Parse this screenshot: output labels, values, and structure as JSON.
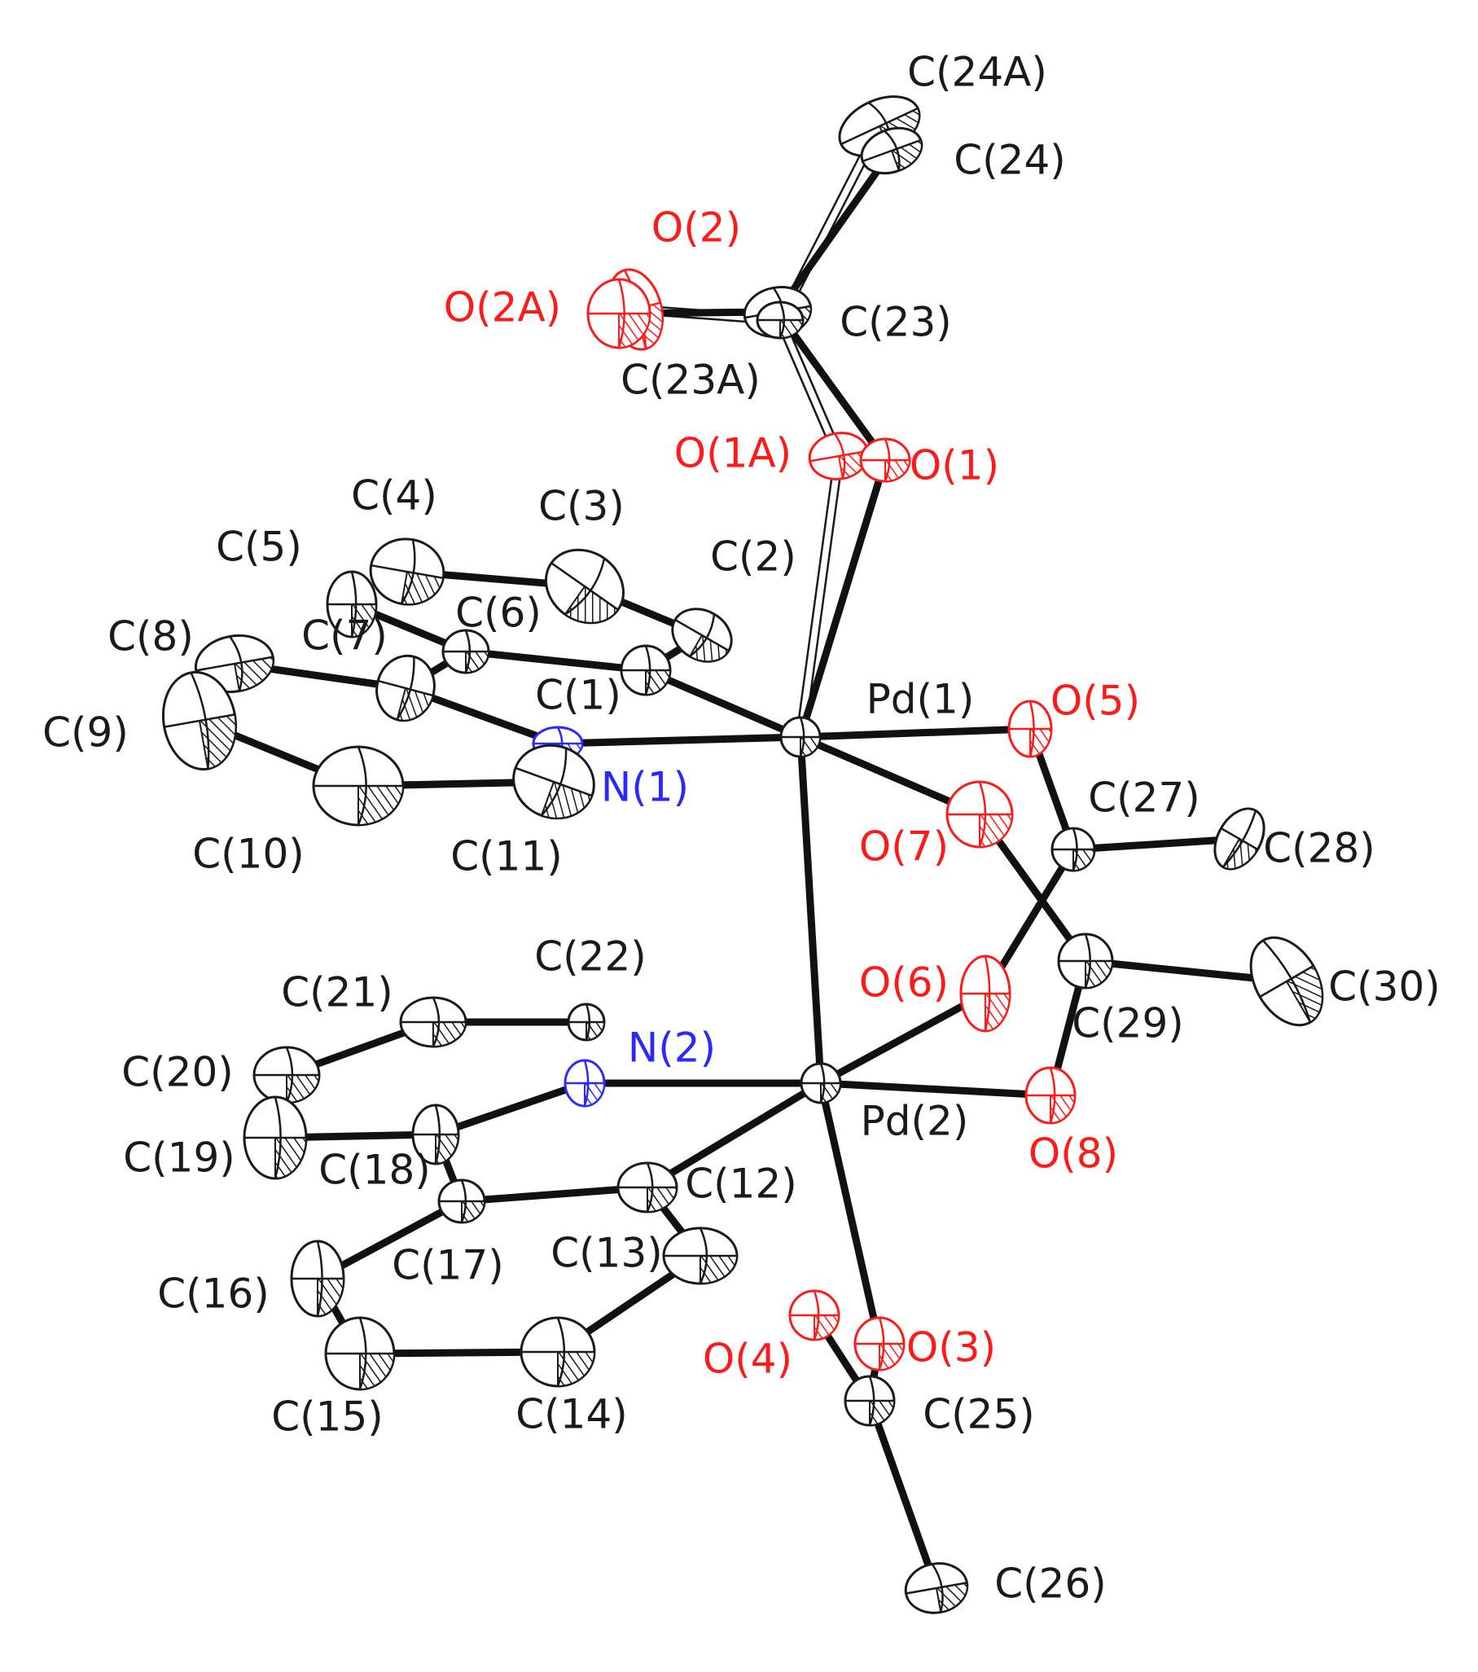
{
  "colors": {
    "carbon": "#1a1a1a",
    "oxygen": "#ff1a1a",
    "nitrogen": "#2a2aff",
    "palladium": "#1a1a1a"
  },
  "atoms": [
    {
      "id": "C24A",
      "label": "C(24A)",
      "element": "C"
    },
    {
      "id": "C24",
      "label": "C(24)",
      "element": "C"
    },
    {
      "id": "O2",
      "label": "O(2)",
      "element": "O"
    },
    {
      "id": "O2A",
      "label": "O(2A)",
      "element": "O"
    },
    {
      "id": "C23",
      "label": "C(23)",
      "element": "C"
    },
    {
      "id": "C23A",
      "label": "C(23A)",
      "element": "C"
    },
    {
      "id": "O1A",
      "label": "O(1A)",
      "element": "O"
    },
    {
      "id": "O1",
      "label": "O(1)",
      "element": "O"
    },
    {
      "id": "C4",
      "label": "C(4)",
      "element": "C"
    },
    {
      "id": "C3",
      "label": "C(3)",
      "element": "C"
    },
    {
      "id": "C5",
      "label": "C(5)",
      "element": "C"
    },
    {
      "id": "C2",
      "label": "C(2)",
      "element": "C"
    },
    {
      "id": "C6",
      "label": "C(6)",
      "element": "C"
    },
    {
      "id": "C8",
      "label": "C(8)",
      "element": "C"
    },
    {
      "id": "C7",
      "label": "C(7)",
      "element": "C"
    },
    {
      "id": "C1",
      "label": "C(1)",
      "element": "C"
    },
    {
      "id": "Pd1",
      "label": "Pd(1)",
      "element": "Pd"
    },
    {
      "id": "O5",
      "label": "O(5)",
      "element": "O"
    },
    {
      "id": "C9",
      "label": "C(9)",
      "element": "C"
    },
    {
      "id": "N1",
      "label": "N(1)",
      "element": "N"
    },
    {
      "id": "C27",
      "label": "C(27)",
      "element": "C"
    },
    {
      "id": "O7",
      "label": "O(7)",
      "element": "O"
    },
    {
      "id": "C28",
      "label": "C(28)",
      "element": "C"
    },
    {
      "id": "C10",
      "label": "C(10)",
      "element": "C"
    },
    {
      "id": "C11",
      "label": "C(11)",
      "element": "C"
    },
    {
      "id": "C22",
      "label": "C(22)",
      "element": "C"
    },
    {
      "id": "C21",
      "label": "C(21)",
      "element": "C"
    },
    {
      "id": "O6",
      "label": "O(6)",
      "element": "O"
    },
    {
      "id": "C30",
      "label": "C(30)",
      "element": "C"
    },
    {
      "id": "N2",
      "label": "N(2)",
      "element": "N"
    },
    {
      "id": "C29",
      "label": "C(29)",
      "element": "C"
    },
    {
      "id": "C20",
      "label": "C(20)",
      "element": "C"
    },
    {
      "id": "Pd2",
      "label": "Pd(2)",
      "element": "Pd"
    },
    {
      "id": "C19",
      "label": "C(19)",
      "element": "C"
    },
    {
      "id": "C18",
      "label": "C(18)",
      "element": "C"
    },
    {
      "id": "O8",
      "label": "O(8)",
      "element": "O"
    },
    {
      "id": "C12",
      "label": "C(12)",
      "element": "C"
    },
    {
      "id": "C13",
      "label": "C(13)",
      "element": "C"
    },
    {
      "id": "C17",
      "label": "C(17)",
      "element": "C"
    },
    {
      "id": "C16",
      "label": "C(16)",
      "element": "C"
    },
    {
      "id": "O4",
      "label": "O(4)",
      "element": "O"
    },
    {
      "id": "O3",
      "label": "O(3)",
      "element": "O"
    },
    {
      "id": "C25",
      "label": "C(25)",
      "element": "C"
    },
    {
      "id": "C15",
      "label": "C(15)",
      "element": "C"
    },
    {
      "id": "C14",
      "label": "C(14)",
      "element": "C"
    },
    {
      "id": "C26",
      "label": "C(26)",
      "element": "C"
    }
  ]
}
